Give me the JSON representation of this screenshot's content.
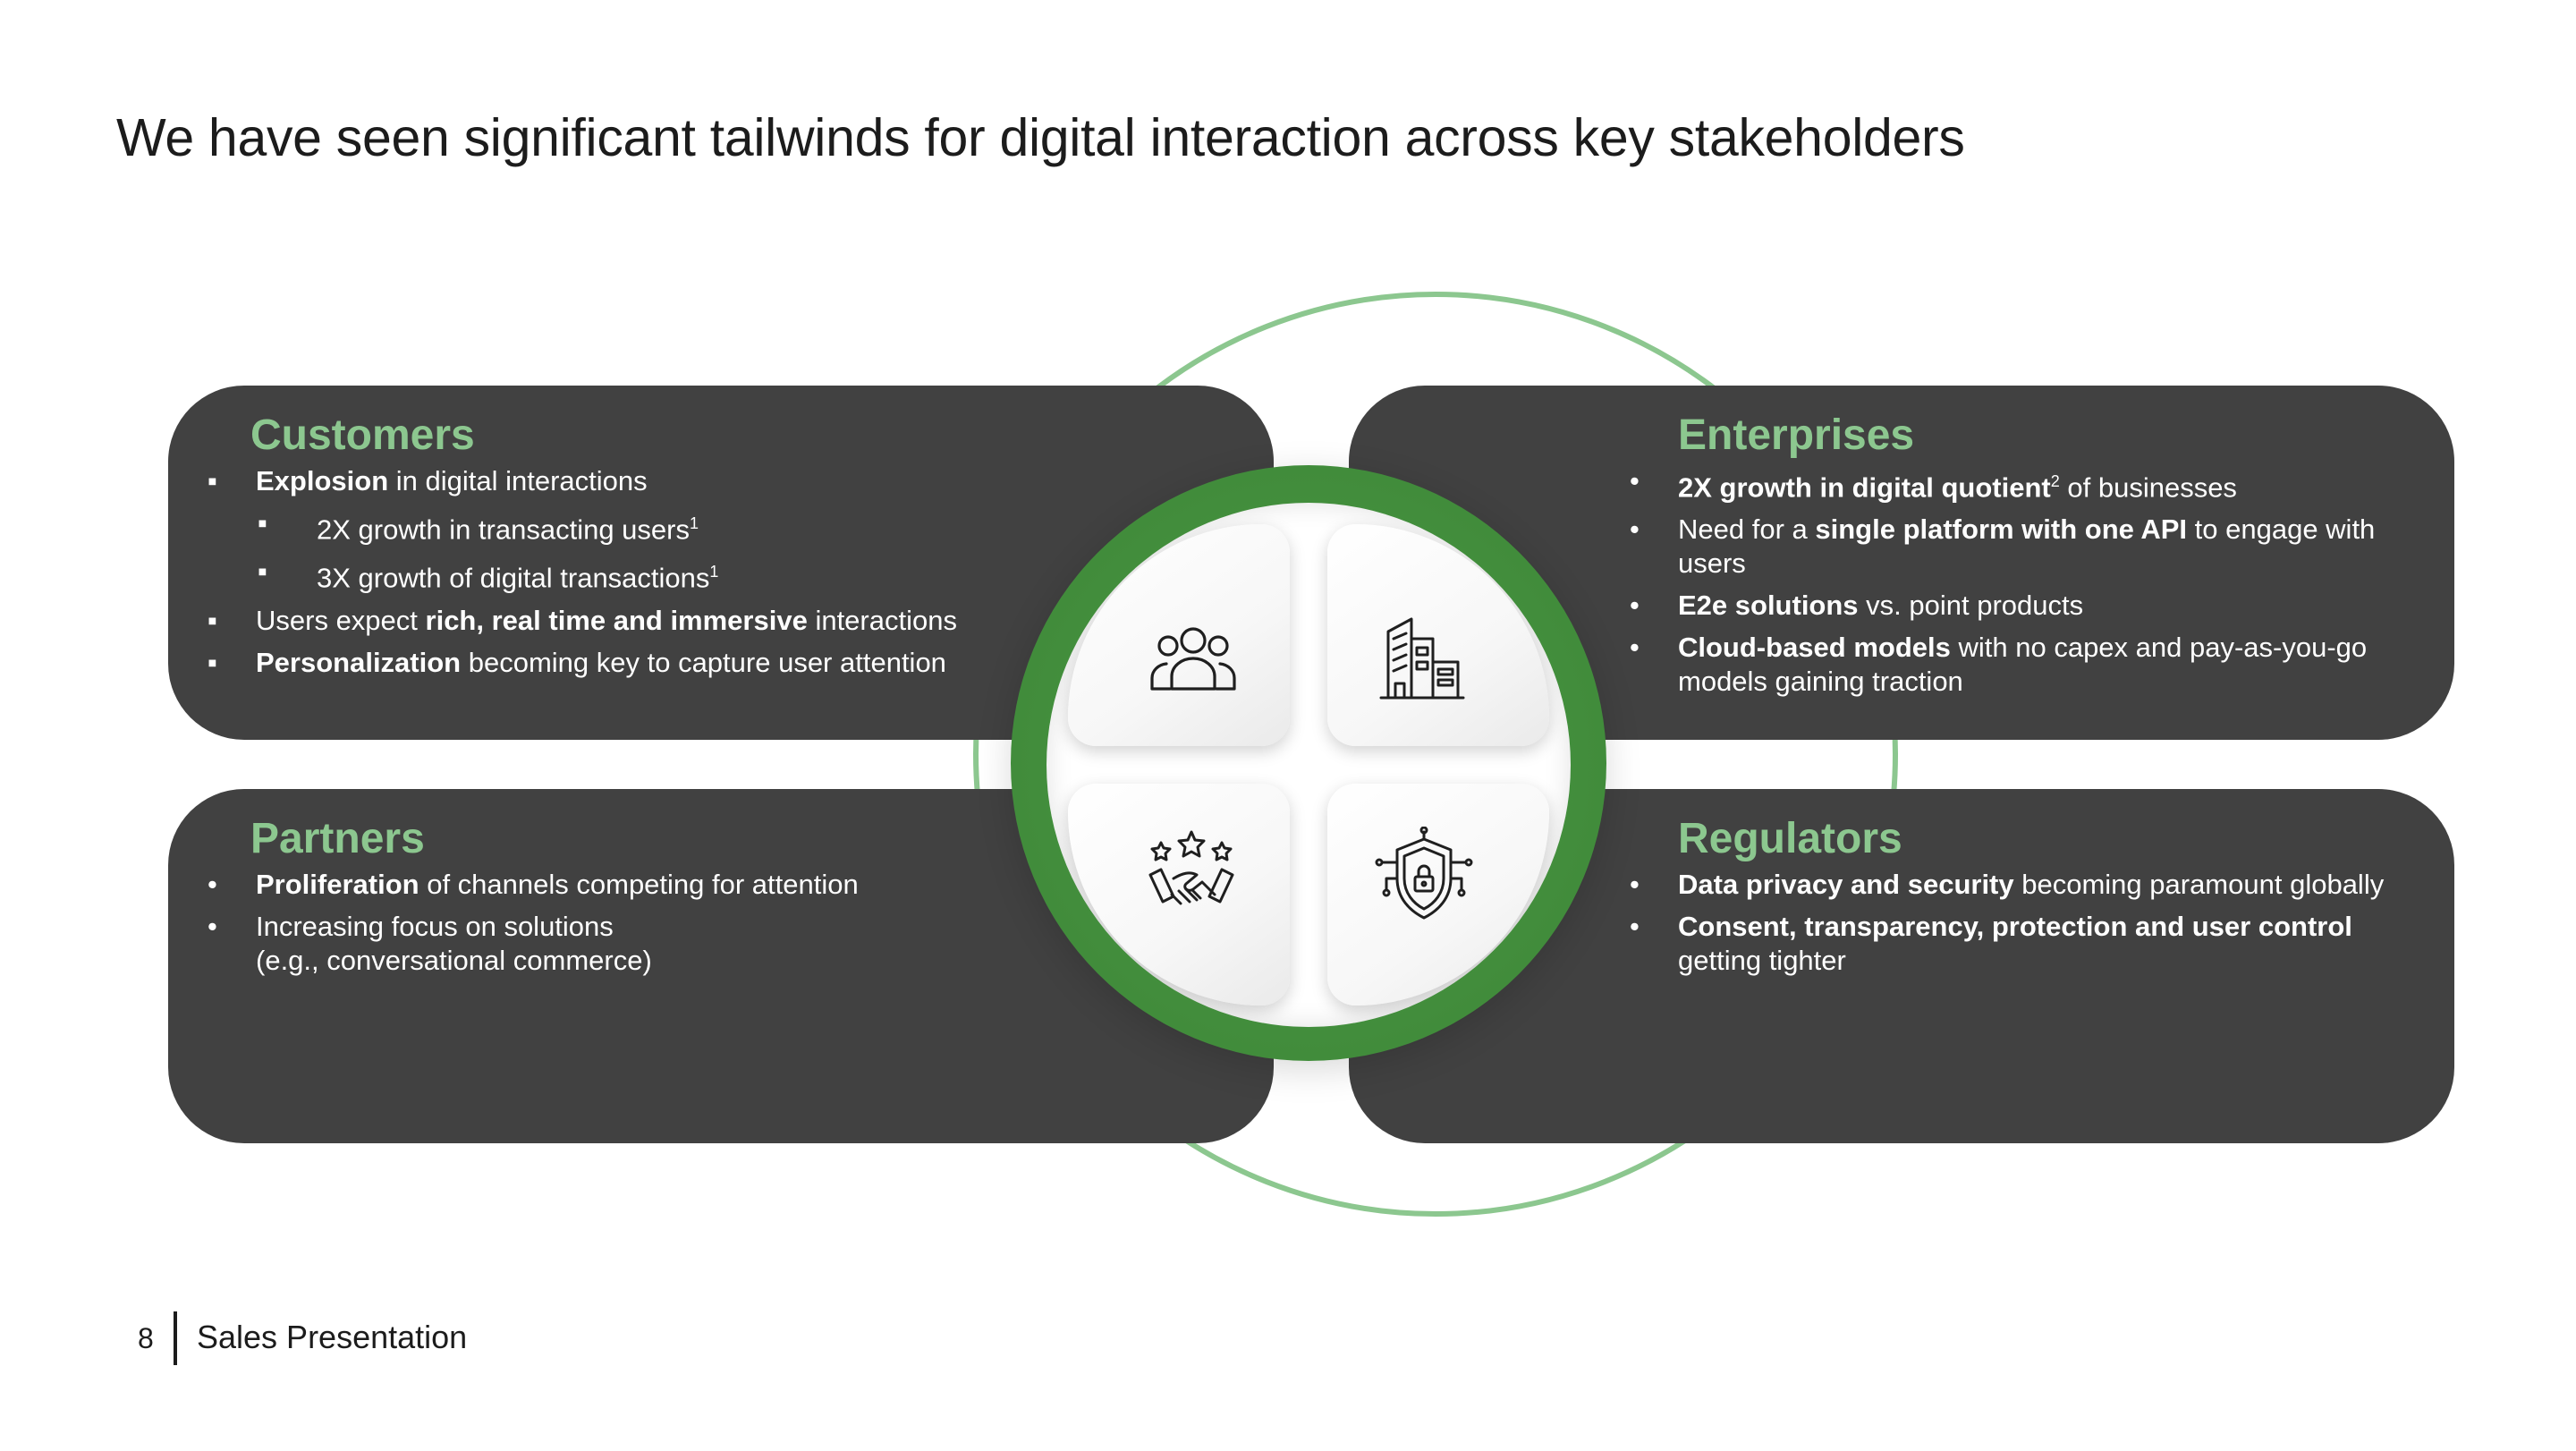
{
  "title": "We have seen significant tailwinds for digital interaction across key stakeholders",
  "colors": {
    "panel": "#414141",
    "accent_green": "#8cc78f",
    "ring_green": "#3f8a39"
  },
  "panels": {
    "customers": {
      "heading": "Customers",
      "items": [
        {
          "bullet": "▪",
          "parts": [
            {
              "t": "Explosion",
              "b": true
            },
            {
              "t": " in digital interactions",
              "b": false
            }
          ]
        },
        {
          "bullet": "▪",
          "sub": true,
          "parts": [
            {
              "t": "2X growth in transacting users",
              "b": false
            },
            {
              "t": "1",
              "sup": true
            }
          ]
        },
        {
          "bullet": "▪",
          "sub": true,
          "parts": [
            {
              "t": "3X growth of digital transactions",
              "b": false
            },
            {
              "t": "1",
              "sup": true
            }
          ]
        },
        {
          "bullet": "▪",
          "parts": [
            {
              "t": "Users expect ",
              "b": false
            },
            {
              "t": "rich, real time and immersive",
              "b": true
            },
            {
              "t": " interactions",
              "b": false
            }
          ]
        },
        {
          "bullet": "▪",
          "parts": [
            {
              "t": "Personalization",
              "b": true
            },
            {
              "t": " becoming key to capture user attention",
              "b": false
            }
          ]
        }
      ],
      "icon": "users-group-icon"
    },
    "enterprises": {
      "heading": "Enterprises",
      "items": [
        {
          "bullet": "•",
          "parts": [
            {
              "t": "2X growth in digital quotient",
              "b": true
            },
            {
              "t": "2",
              "sup": true
            },
            {
              "t": " of businesses",
              "b": false
            }
          ]
        },
        {
          "bullet": "•",
          "parts": [
            {
              "t": "Need for a ",
              "b": false
            },
            {
              "t": "single platform with one API",
              "b": true
            },
            {
              "t": " to engage with users",
              "b": false
            }
          ]
        },
        {
          "bullet": "•",
          "parts": [
            {
              "t": "E2e solutions",
              "b": true
            },
            {
              "t": " vs. point products",
              "b": false
            }
          ]
        },
        {
          "bullet": "•",
          "parts": [
            {
              "t": "Cloud-based models",
              "b": true
            },
            {
              "t": " with no capex and pay-as-you-go models gaining traction",
              "b": false
            }
          ]
        }
      ],
      "icon": "office-buildings-icon"
    },
    "partners": {
      "heading": "Partners",
      "items": [
        {
          "bullet": "•",
          "parts": [
            {
              "t": "Proliferation",
              "b": true
            },
            {
              "t": " of channels competing for attention",
              "b": false
            }
          ]
        },
        {
          "bullet": "•",
          "parts": [
            {
              "t": "Increasing focus on solutions",
              "b": false
            }
          ],
          "line2": "(e.g., conversational commerce)"
        }
      ],
      "icon": "handshake-stars-icon"
    },
    "regulators": {
      "heading": "Regulators",
      "items": [
        {
          "bullet": "•",
          "parts": [
            {
              "t": "Data privacy and security",
              "b": true
            },
            {
              "t": " becoming paramount globally",
              "b": false
            }
          ]
        },
        {
          "bullet": "•",
          "parts": [
            {
              "t": "Consent, transparency, protection and user control",
              "b": true
            },
            {
              "t": " getting tighter",
              "b": false
            }
          ]
        }
      ],
      "icon": "security-shield-lock-icon"
    }
  },
  "footer": {
    "page_number": "8",
    "label": "Sales Presentation"
  }
}
